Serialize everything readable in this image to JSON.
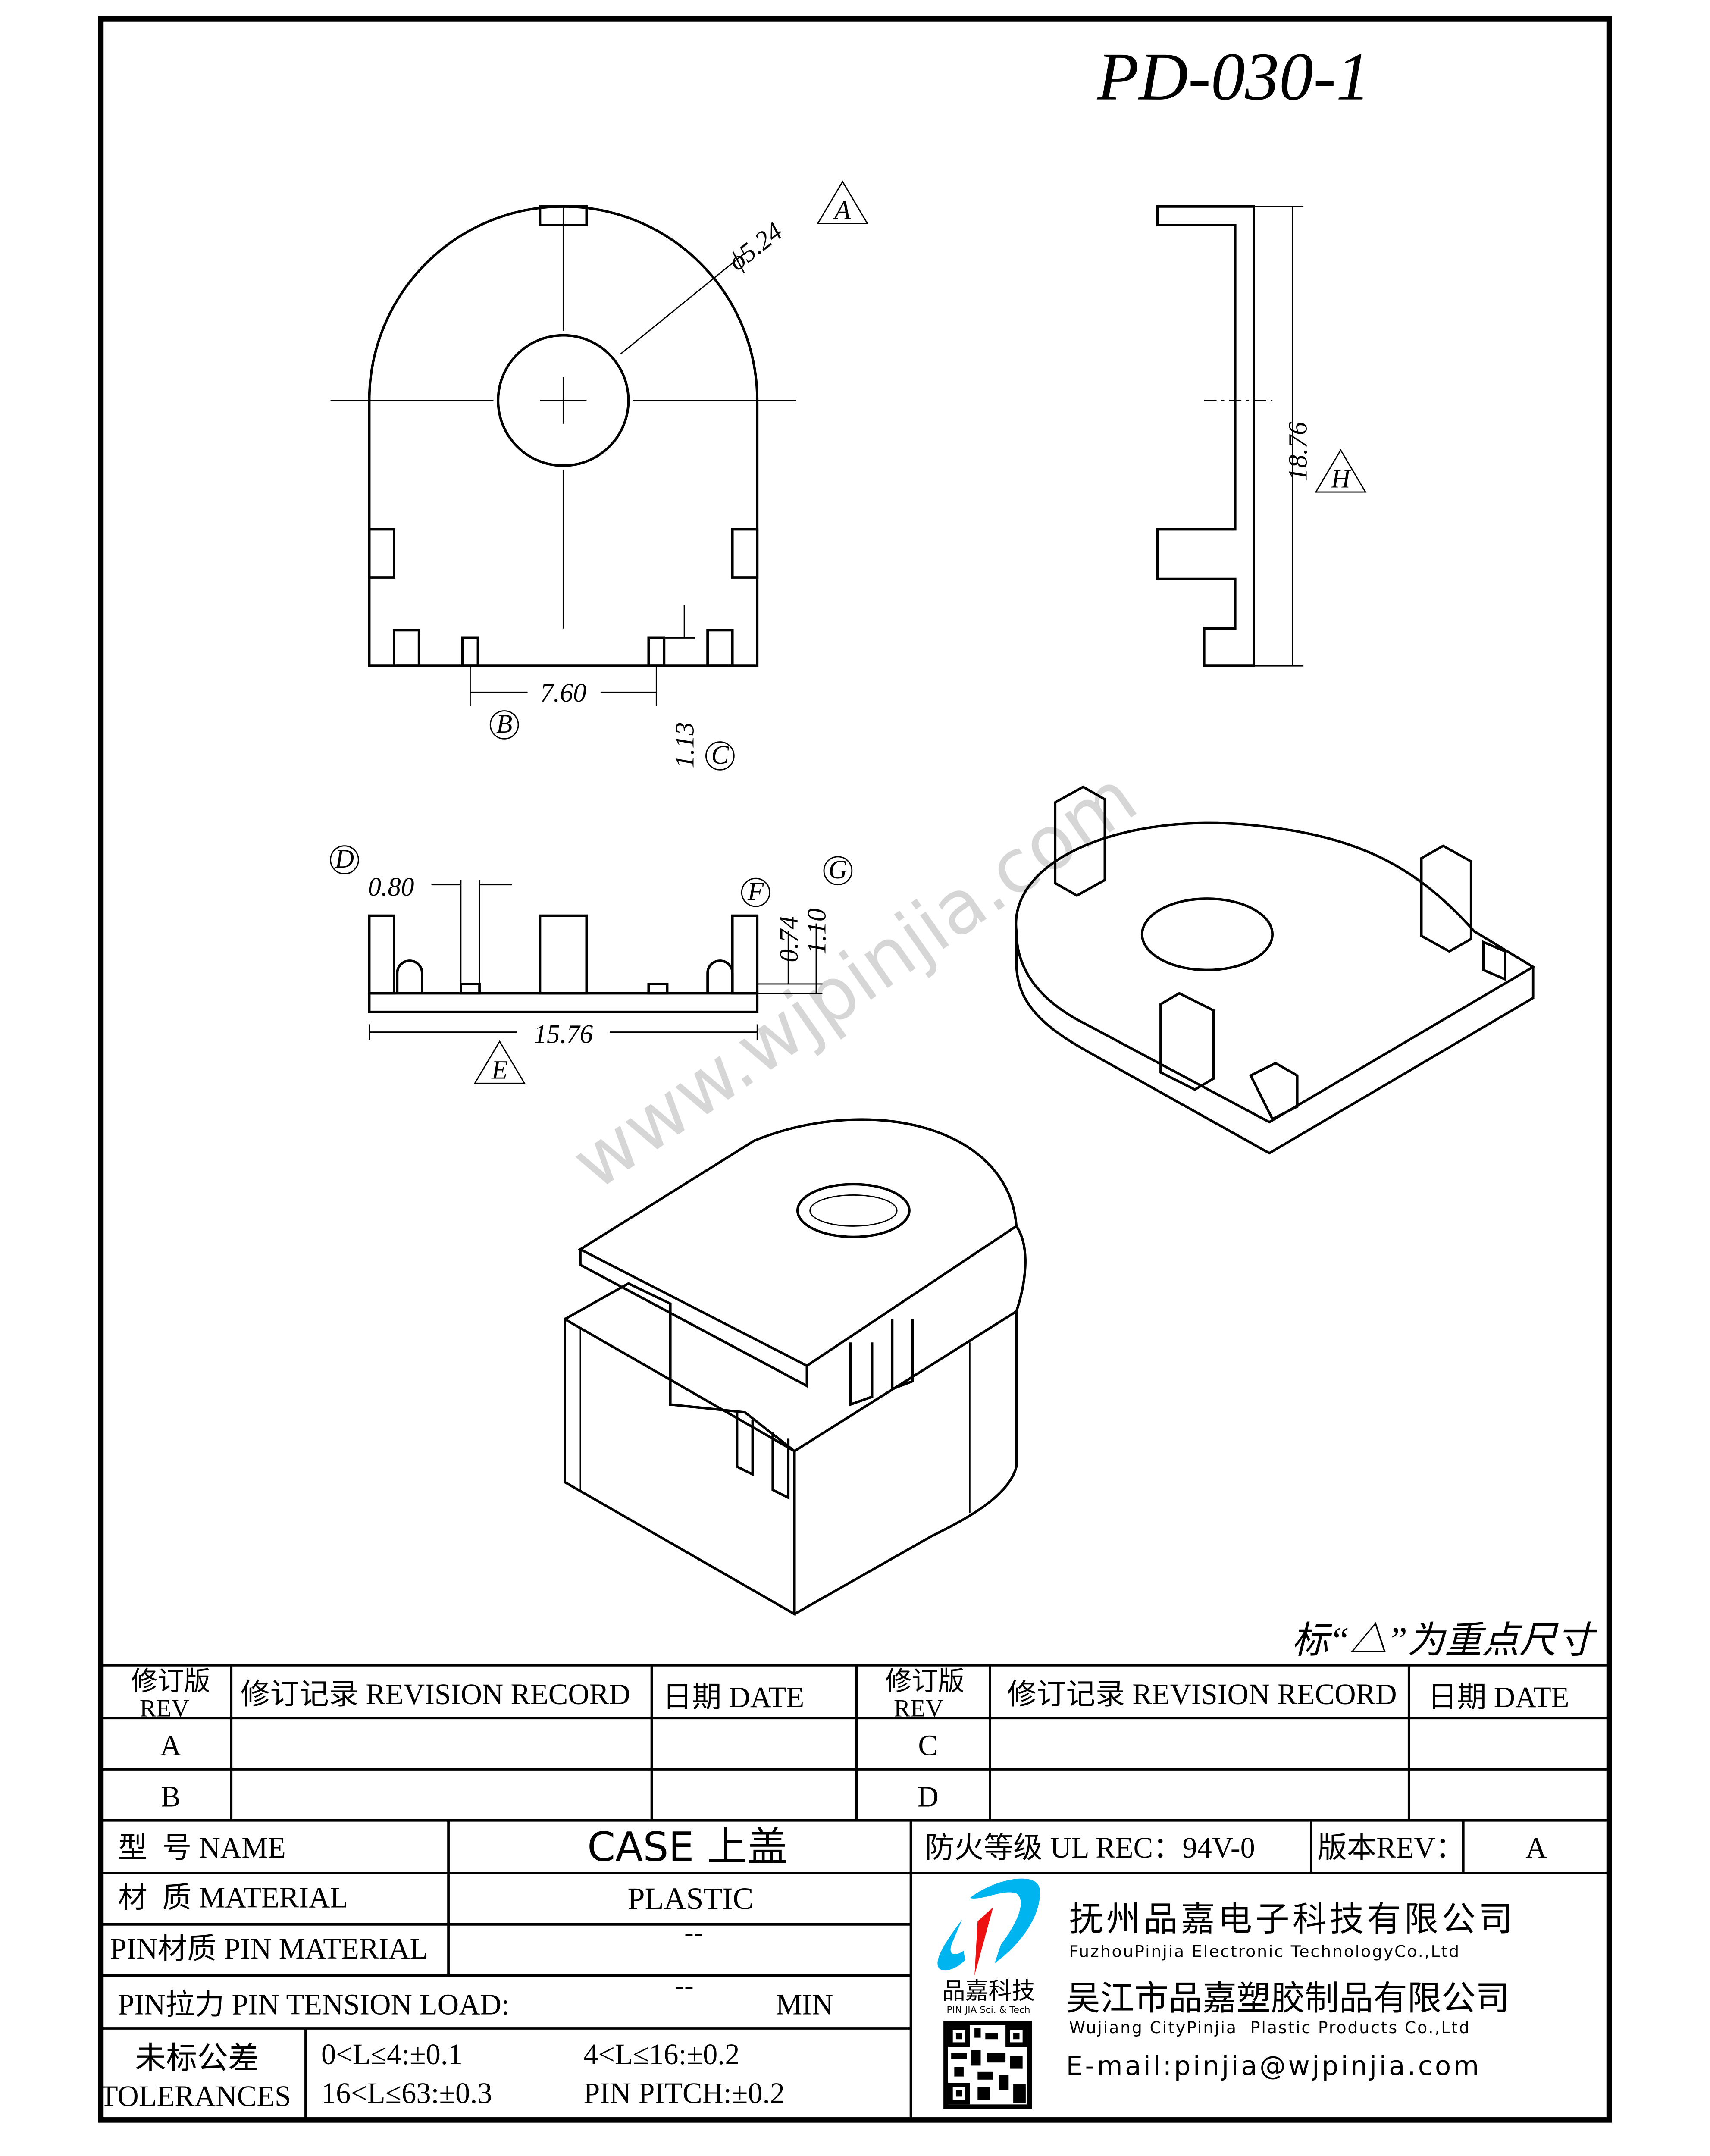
{
  "drawing": {
    "part_number": "PD-030-1",
    "key_dimension_note": "标“△”为重点尺寸",
    "watermark": "www.wjpinjia.com",
    "dimensions": {
      "hole_diameter": "ϕ5.24",
      "hole_tag": "A",
      "pin_spacing": "7.60",
      "pin_spacing_tag": "B",
      "pin_height": "1.13",
      "pin_height_tag": "C",
      "height": "18.76",
      "height_tag": "H",
      "slot_width": "0.80",
      "slot_width_tag": "D",
      "step1": "0.74",
      "step1_tag": "F",
      "step2": "1.10",
      "step2_tag": "G",
      "width": "15.76",
      "width_tag": "E"
    }
  },
  "revision_table": {
    "rev_header": "修订版",
    "rev_header_en": "REV",
    "record_header": "修订记录 REVISION RECORD",
    "date_header": "日期 DATE",
    "rows_left": [
      "A",
      "B"
    ],
    "rows_right": [
      "C",
      "D"
    ]
  },
  "title_block": {
    "name_label": "型  号 NAME",
    "name_value": "CASE 上盖",
    "fire_rating": "防火等级 UL REC：94V-0",
    "version_label": "版本REV：",
    "version_value": "A",
    "material_label": "材  质 MATERIAL",
    "material_value": "PLASTIC",
    "pin_material_label": "PIN材质 PIN MATERIAL",
    "pin_material_value": "--",
    "pin_tension_label": "PIN拉力 PIN TENSION LOAD:",
    "pin_tension_value": "--",
    "pin_tension_unit": "MIN",
    "tolerance_label_cn": "未标公差",
    "tolerance_label_en": "TOLERANCES",
    "tol1": "0<L≤4:±0.1",
    "tol2": "4<L≤16:±0.2",
    "tol3": "16<L≤63:±0.3",
    "tol4": "PIN PITCH:±0.2"
  },
  "company": {
    "logo_cn": "品嘉科技",
    "logo_en": "PIN JIA Sci. & Tech",
    "name1_cn": "抚州品嘉电子科技有限公司",
    "name1_en": "FuzhouPinjia Electronic TechnologyCo.,Ltd",
    "name2_cn": "吴江市品嘉塑胶制品有限公司",
    "name2_en": "Wujiang CityPinjia  Plastic Products Co.,Ltd",
    "email": "E-mail:pinjia@wjpinjia.com",
    "colors": {
      "logo_blue": "#00b4f0",
      "logo_red": "#ee1111"
    }
  }
}
